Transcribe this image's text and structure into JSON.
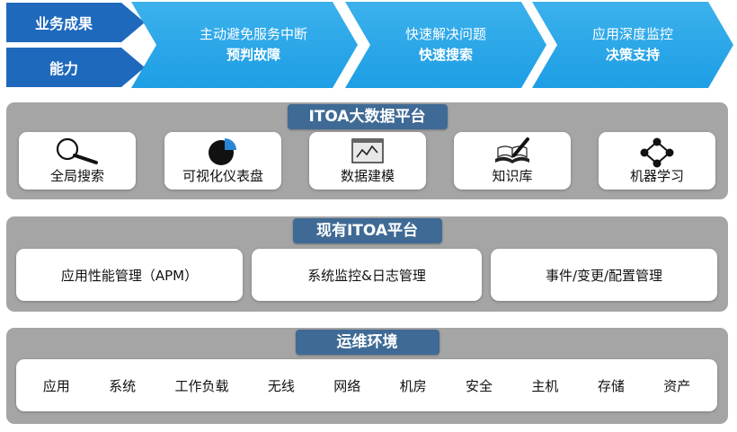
{
  "banner": {
    "tabs": [
      "业务成果",
      "能力"
    ],
    "stages": [
      {
        "line1": "主动避免服务中断",
        "line2": "预判故障"
      },
      {
        "line1": "快速解决问题",
        "line2": "快速搜索"
      },
      {
        "line1": "应用深度监控",
        "line2": "决策支持"
      }
    ]
  },
  "bigdata": {
    "title": "ITOA大数据平台",
    "tools": [
      {
        "label": "全局搜索",
        "icon": "magnifier-icon"
      },
      {
        "label": "可视化仪表盘",
        "icon": "pie-chart-icon"
      },
      {
        "label": "数据建模",
        "icon": "chart-window-icon"
      },
      {
        "label": "知识库",
        "icon": "book-pen-icon"
      },
      {
        "label": "机器学习",
        "icon": "network-nodes-icon"
      }
    ]
  },
  "existing": {
    "title": "现有ITOA平台",
    "items": [
      "应用性能管理（APM）",
      "系统监控&日志管理",
      "事件/变更/配置管理"
    ]
  },
  "env": {
    "title": "运维环境",
    "items": [
      "应用",
      "系统",
      "工作负载",
      "无线",
      "网络",
      "机房",
      "安全",
      "主机",
      "存储",
      "资产"
    ]
  },
  "colors": {
    "tab_blue": "#1f69bd",
    "chevron_blue": "#1d9ee5",
    "title_blue": "#3f6a95",
    "panel_gray": "#a5a5a5"
  }
}
